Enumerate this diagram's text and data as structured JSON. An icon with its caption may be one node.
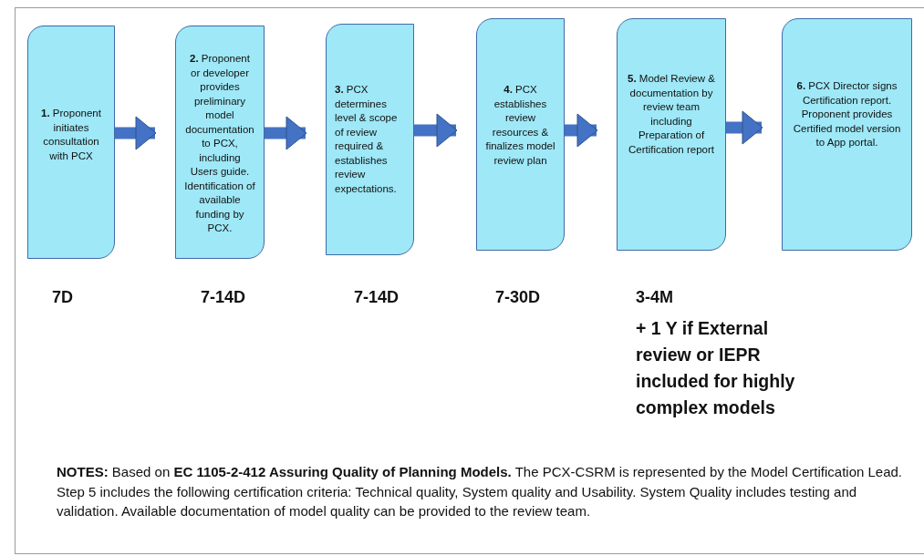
{
  "diagram": {
    "nodes": [
      {
        "text": [
          "**1.** Proponent initiates consultation with PCX"
        ],
        "beside": [
          "7D"
        ]
      },
      {
        "text": [
          "**2.** Proponent or developer provides preliminary model documentation to PCX, including Users guide. Identification of available funding by PCX."
        ],
        "beside": [
          "7-14D"
        ]
      },
      {
        "text": [
          "**3.** PCX determines level & scope of review required & establishes review expectations."
        ],
        "beside": [
          "7-14D"
        ]
      },
      {
        "text": [
          "**4.** PCX establishes review resources & finalizes model review plan"
        ],
        "beside": [
          "7-30D"
        ]
      },
      {
        "text": [
          "**5.** Model Review & documentation by review team including Preparation of Certification report"
        ],
        "beside": [
          "3-4M",
          "+ 1 Y if External review or IEPR included for highly complex models"
        ]
      },
      {
        "text": [
          "**6.** PCX Director signs Certification report. Proponent provides Certified model version to App portal."
        ]
      }
    ],
    "edges": [
      {
        "from": 0,
        "to": 1,
        "arrow": "to"
      },
      {
        "from": 1,
        "to": 2,
        "arrow": "to"
      },
      {
        "from": 2,
        "to": 3,
        "arrow": "to"
      },
      {
        "from": 3,
        "to": 4,
        "arrow": "to"
      },
      {
        "from": 4,
        "to": 5,
        "arrow": "to"
      }
    ],
    "labels": [
      "**NOTES:** Based on **EC 1105-2-412 Assuring Quality of Planning Models.** The PCX-CSRM is represented by the Model Certification Lead. Step 5 includes the following certification criteria: Technical quality, System quality and Usability. System Quality includes testing and validation. Available documentation of model quality can be provided to the review team."
    ]
  }
}
